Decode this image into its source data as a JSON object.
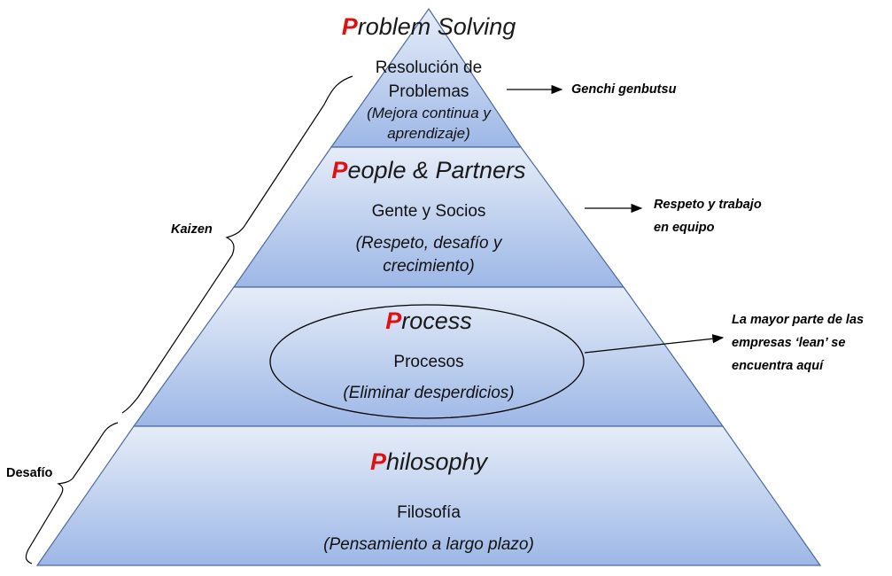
{
  "tiers": [
    {
      "id": "problem-solving",
      "title_initial": "P",
      "title_rest": "roblem Solving",
      "subtitle_lines": [
        "Resolución de",
        "Problemas"
      ],
      "desc_lines": [
        "(Mejora continua y",
        "aprendizaje)"
      ],
      "annotation_lines": [
        "Genchi genbutsu"
      ]
    },
    {
      "id": "people-partners",
      "title_initial": "P",
      "title_rest": "eople & Partners",
      "subtitle_lines": [
        "Gente y Socios"
      ],
      "desc_lines": [
        "(Respeto, desafío y",
        "crecimiento)"
      ],
      "annotation_lines": [
        "Respeto y trabajo",
        "en equipo"
      ]
    },
    {
      "id": "process",
      "title_initial": "P",
      "title_rest": "rocess",
      "subtitle_lines": [
        "Procesos"
      ],
      "desc_lines": [
        "(Eliminar desperdicios)"
      ],
      "annotation_lines": [
        "La mayor parte de las",
        "empresas ‘lean’ se",
        "encuentra aquí"
      ]
    },
    {
      "id": "philosophy",
      "title_initial": "P",
      "title_rest": "hilosophy",
      "subtitle_lines": [
        "Filosofía"
      ],
      "desc_lines": [
        "(Pensamiento a largo plazo)"
      ],
      "annotation_lines": []
    }
  ],
  "brackets": [
    {
      "id": "kaizen",
      "label": "Kaizen"
    },
    {
      "id": "desafio",
      "label": "Desafío"
    }
  ],
  "colors": {
    "fill_top": "#e4ecf8",
    "fill_bottom": "#9bb6e6",
    "outline": "#4a6aa2",
    "title_initial": "#e01010"
  }
}
